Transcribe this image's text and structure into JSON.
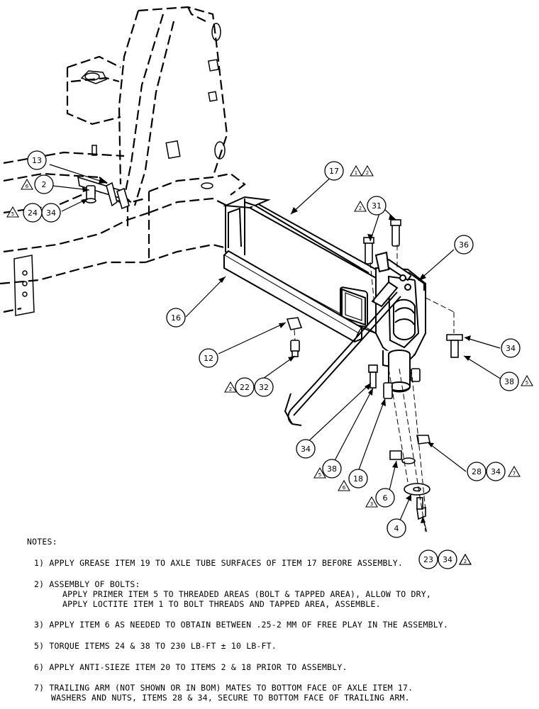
{
  "callouts": {
    "c2": {
      "label": "2"
    },
    "c4": {
      "label": "4"
    },
    "c6": {
      "label": "6"
    },
    "c12": {
      "label": "12"
    },
    "c13": {
      "label": "13"
    },
    "c16": {
      "label": "16"
    },
    "c17": {
      "label": "17"
    },
    "c18": {
      "label": "18"
    },
    "c22": {
      "label": "22"
    },
    "c23": {
      "label": "23"
    },
    "c24": {
      "label": "24"
    },
    "c28": {
      "label": "28"
    },
    "c31": {
      "label": "31"
    },
    "c32": {
      "label": "32"
    },
    "c34a": {
      "label": "34"
    },
    "c34b": {
      "label": "34"
    },
    "c34c": {
      "label": "34"
    },
    "c34d": {
      "label": "34"
    },
    "c34e": {
      "label": "34"
    },
    "c36": {
      "label": "36"
    },
    "c38a": {
      "label": "38"
    },
    "c38b": {
      "label": "38"
    }
  },
  "note_flags": {
    "n17a": "1",
    "n17b": "2",
    "n2": "6",
    "n24": "5",
    "n31": "2",
    "n22": "2",
    "n38a": "5",
    "n38b": "5",
    "n18": "6",
    "n6": "3",
    "n28": "7",
    "n23": "2"
  },
  "notes": {
    "heading": "NOTES:",
    "n1": "1) APPLY GREASE ITEM 19 TO AXLE TUBE SURFACES OF ITEM 17 BEFORE ASSEMBLY.",
    "n2_title": "2) ASSEMBLY OF BOLTS:",
    "n2_line1": "APPLY PRIMER ITEM 5 TO THREADED AREAS (BOLT & TAPPED AREA), ALLOW TO DRY,",
    "n2_line2": "APPLY LOCTITE ITEM 1 TO BOLT THREADS AND TAPPED AREA, ASSEMBLE.",
    "n3": "3) APPLY ITEM 6 AS NEEDED TO OBTAIN BETWEEN .25-2 MM OF FREE PLAY IN THE ASSEMBLY.",
    "n5": "5) TORQUE ITEMS 24 & 38 TO 230 LB-FT ± 10 LB-FT.",
    "n6": "6) APPLY ANTI-SIEZE ITEM 20 TO ITEMS 2 & 18 PRIOR TO ASSEMBLY.",
    "n7_line1": "7) TRAILING ARM (NOT SHOWN OR IN BOM) MATES TO BOTTOM FACE OF AXLE ITEM 17.",
    "n7_line2": "WASHERS AND NUTS, ITEMS 28 & 34, SECURE TO BOTTOM FACE OF TRAILING ARM."
  }
}
